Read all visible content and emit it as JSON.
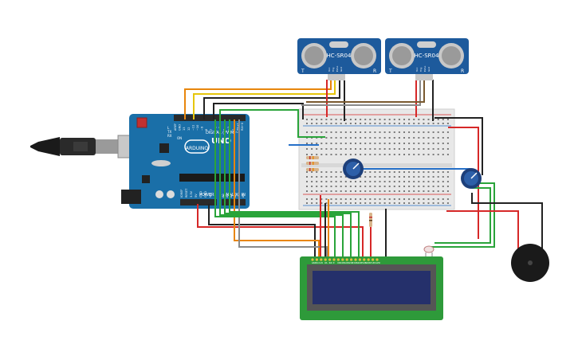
{
  "sensors": [
    {
      "label": "HC-SR04",
      "pin_left": "T",
      "pin_right": "R"
    },
    {
      "label": "HC-SR04",
      "pin_left": "T",
      "pin_right": "R"
    }
  ],
  "sensor_pins": [
    "Vcc",
    "Trig",
    "Echo",
    "Gnd"
  ],
  "arduino": {
    "logo_text": "ARDUINO",
    "model": "UNO",
    "digital_label": "DIGITAL (PWM ~)",
    "power_label": "POWER",
    "analog_label": "ANALOG IN",
    "tx_label": "TX",
    "rx_label": "RX",
    "on_label": "ON",
    "l_label": "L",
    "digital_pins": [
      "AREF",
      "GND",
      "13",
      "12",
      "~11",
      "~10",
      "~9",
      "8",
      "7",
      "~6",
      "~5",
      "4",
      "~3",
      "2",
      "TX→1",
      "RX←0"
    ],
    "power_pins": [
      "IOREF",
      "RESET",
      "3.3V",
      "5V",
      "GND",
      "GND",
      "Vin"
    ],
    "analog_pins": [
      "A0",
      "A1",
      "A2",
      "A3",
      "A4",
      "A5"
    ]
  },
  "lcd": {
    "pins": [
      "GND",
      "VCC",
      "V0",
      "RS",
      "RW",
      "E",
      "DB0",
      "DB1",
      "DB2",
      "DB3",
      "DB4",
      "DB5",
      "DB6",
      "DB7",
      "LED",
      "LED"
    ]
  },
  "colors": {
    "arduino_board": "#1a6fa8",
    "sensor_board": "#1d5a9c",
    "lcd_board": "#2e9a3a",
    "lcd_screen": "#25306b",
    "breadboard": "#e8e8e8",
    "wire_red": "#d62828",
    "wire_black": "#222222",
    "wire_green": "#2aa43a",
    "wire_orange": "#e8860c",
    "wire_yellow": "#e6c60b",
    "wire_blue": "#2670c8",
    "wire_brown": "#7a5a30",
    "wire_gray": "#8a8a8a"
  }
}
